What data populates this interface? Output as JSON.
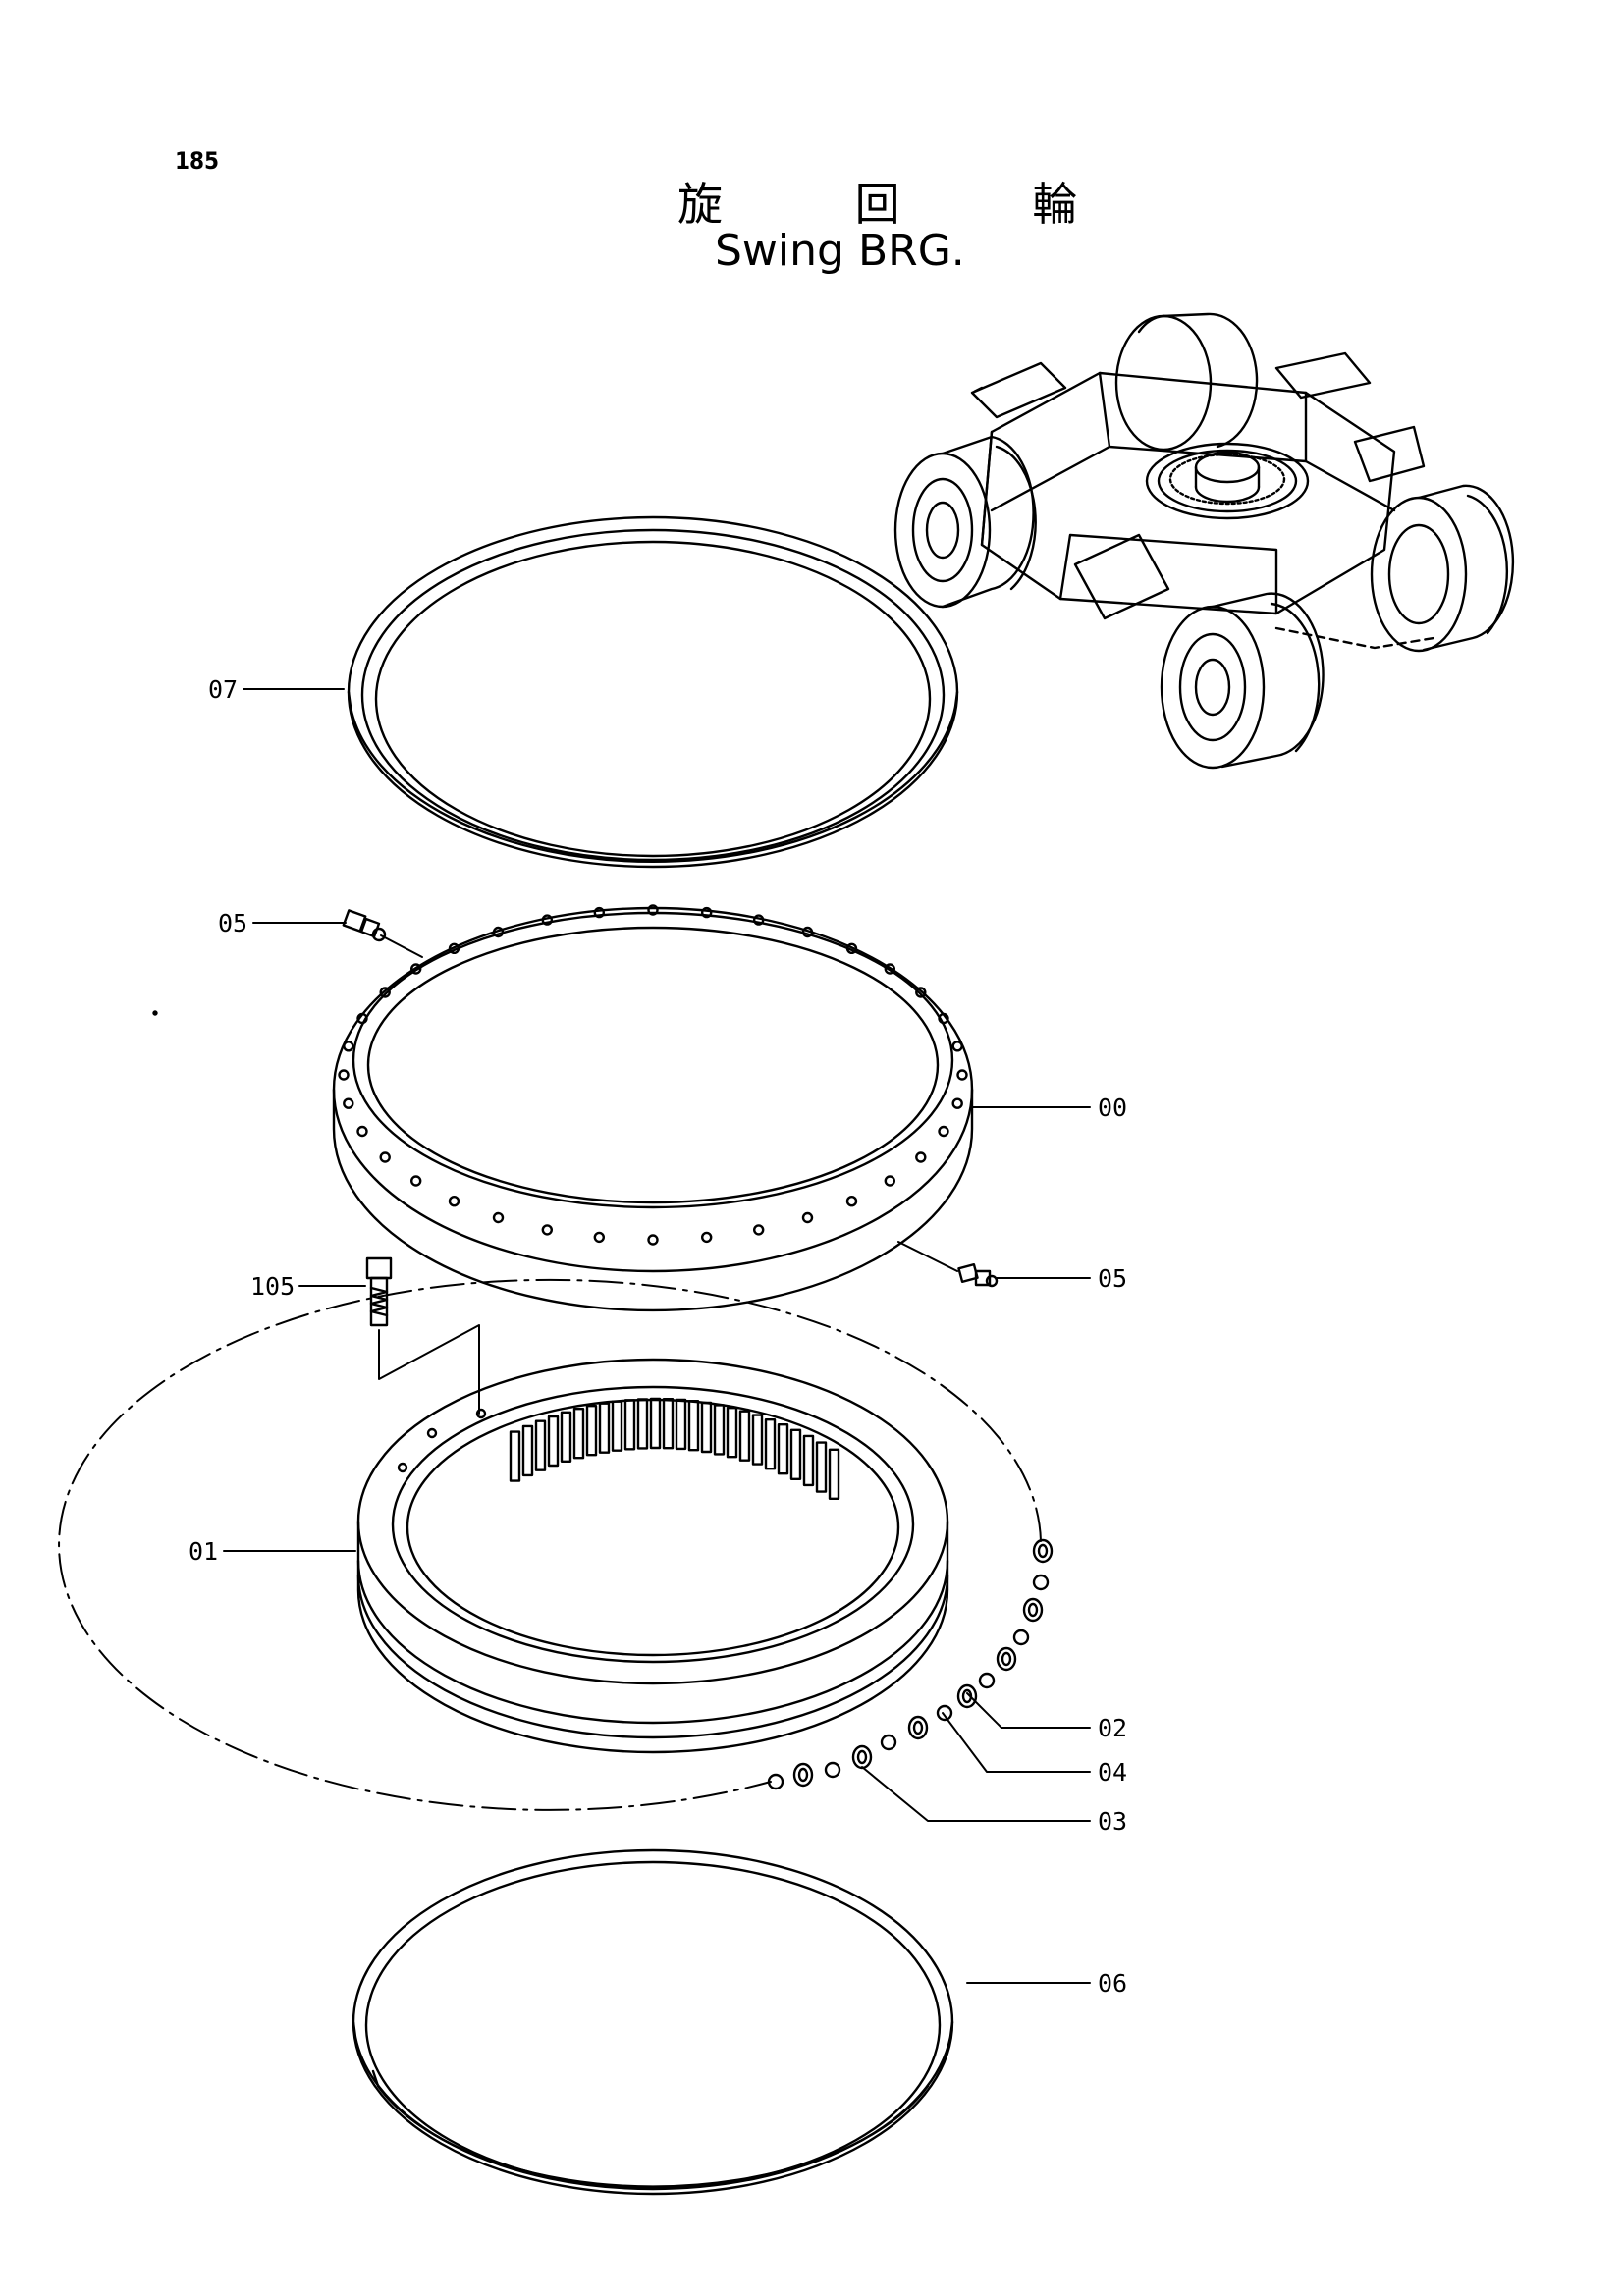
{
  "page": {
    "number": "185"
  },
  "title": {
    "japanese": "旋 回 輪",
    "english": "Swing BRG."
  },
  "callouts": {
    "c07": "07",
    "c05a": "05",
    "c00": "00",
    "c05b": "05",
    "c105": "105",
    "c01": "01",
    "c02": "02",
    "c04": "04",
    "c03": "03",
    "c06": "06"
  }
}
